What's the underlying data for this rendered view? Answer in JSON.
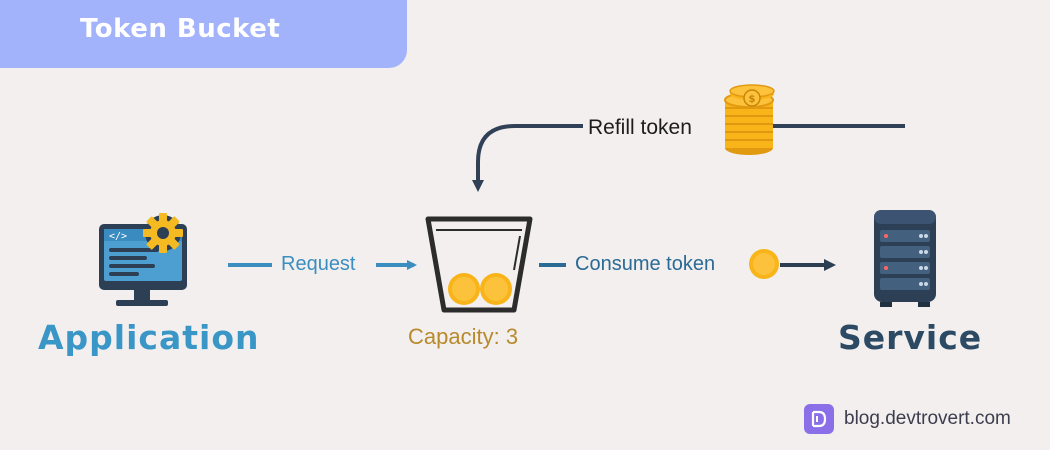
{
  "title": "Token Bucket",
  "nodes": {
    "application": "Application",
    "bucket_capacity": "Capacity: 3",
    "service": "Service"
  },
  "edges": {
    "request": "Request",
    "consume": "Consume token",
    "refill": "Refill token"
  },
  "bucket": {
    "tokens_shown": 2
  },
  "footer": {
    "brand": "blog.devtrovert.com"
  },
  "colors": {
    "title_bg": "#a3b3fb",
    "application": "#3a96c6",
    "service": "#2c4a64",
    "capacity": "#b88a2c",
    "coin": "#f8b418",
    "arrow_blue": "#3a8fc0",
    "arrow_dark": "#2b3e52"
  },
  "icons": [
    "monitor-gear-icon",
    "bucket-icon",
    "coin-icon",
    "coin-stack-icon",
    "server-icon",
    "devtrovert-logo-icon"
  ]
}
